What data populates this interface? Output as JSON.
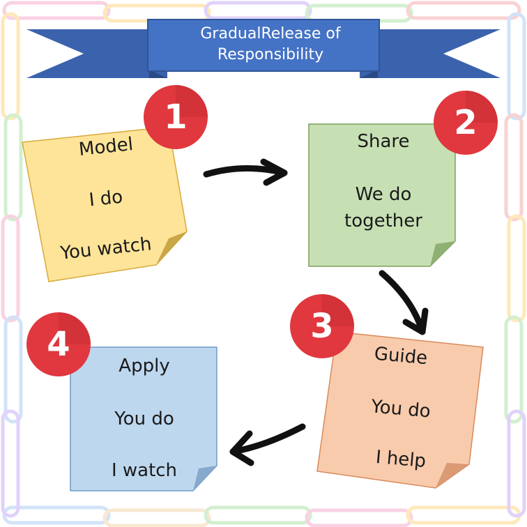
{
  "banner": {
    "title_line1": "GradualRelease of",
    "title_line2": "Responsibility",
    "color": "#4472c4"
  },
  "steps": [
    {
      "number": "1",
      "title": "Model",
      "line1": "I do",
      "line2": "You watch",
      "color": "#fde499"
    },
    {
      "number": "2",
      "title": "Share",
      "line1": "We do",
      "line2": "together",
      "color": "#c6e0b4"
    },
    {
      "number": "3",
      "title": "Guide",
      "line1": "You do",
      "line2": "I help",
      "color": "#f8cbad"
    },
    {
      "number": "4",
      "title": "Apply",
      "line1": "You do",
      "line2": "I watch",
      "color": "#bdd7ee"
    }
  ],
  "badge_color": "#e0383e",
  "icons": [
    "paperclip-border",
    "curved-arrow"
  ]
}
